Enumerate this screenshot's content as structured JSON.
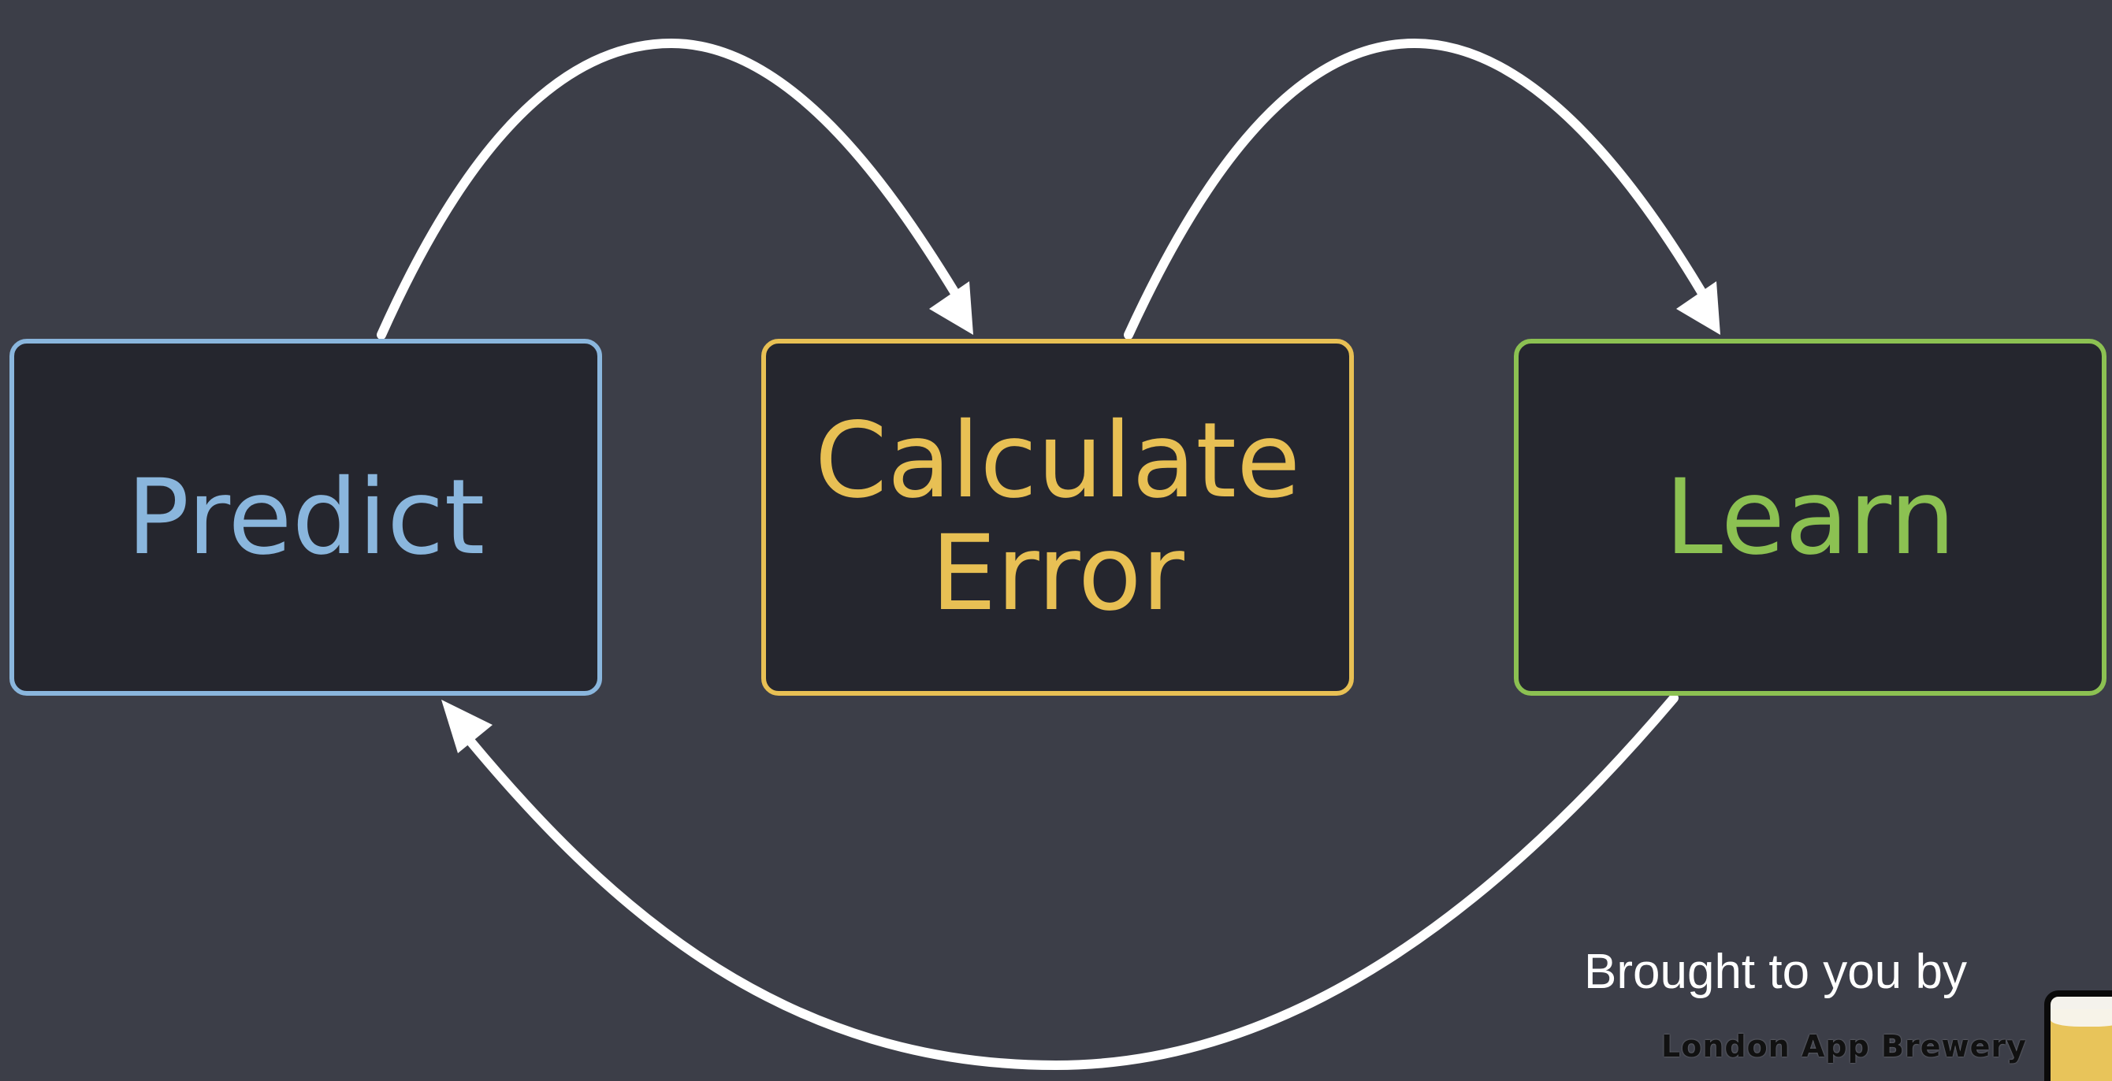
{
  "diagram": {
    "nodes": [
      {
        "id": "predict",
        "label": "Predict",
        "color": "#8ab6dd"
      },
      {
        "id": "calculate_error",
        "label": "Calculate Error",
        "color": "#e8c054"
      },
      {
        "id": "learn",
        "label": "Learn",
        "color": "#8cc152"
      }
    ],
    "edges": [
      {
        "from": "predict",
        "to": "calculate_error"
      },
      {
        "from": "calculate_error",
        "to": "learn"
      },
      {
        "from": "learn",
        "to": "predict"
      }
    ],
    "arrow_color": "#ffffff"
  },
  "credit": {
    "intro": "Brought to you by",
    "brand": "London App Brewery",
    "logo_icon": "beer-glass-icon"
  },
  "colors": {
    "background": "#3c3e48",
    "box_fill": "#25262e"
  }
}
